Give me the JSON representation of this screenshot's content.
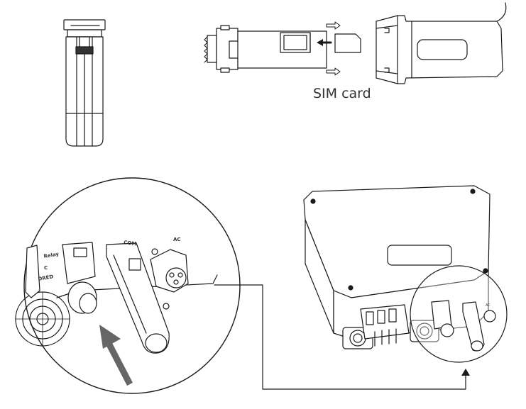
{
  "labels": {
    "sim_card": "SIM card",
    "zoom_relay": "Relay",
    "zoom_c": "C",
    "zoom_dred": "DRED",
    "zoom_com": "COM",
    "zoom_ac": "AC",
    "inverter_ac": "AC"
  },
  "colors": {
    "line": "#1a1a1a",
    "arrow": "#666666",
    "label": "#333333"
  },
  "icons": {
    "insert_arrow": "arrow-left-icon",
    "pull_arrow": "arrow-right-outline-icon"
  }
}
